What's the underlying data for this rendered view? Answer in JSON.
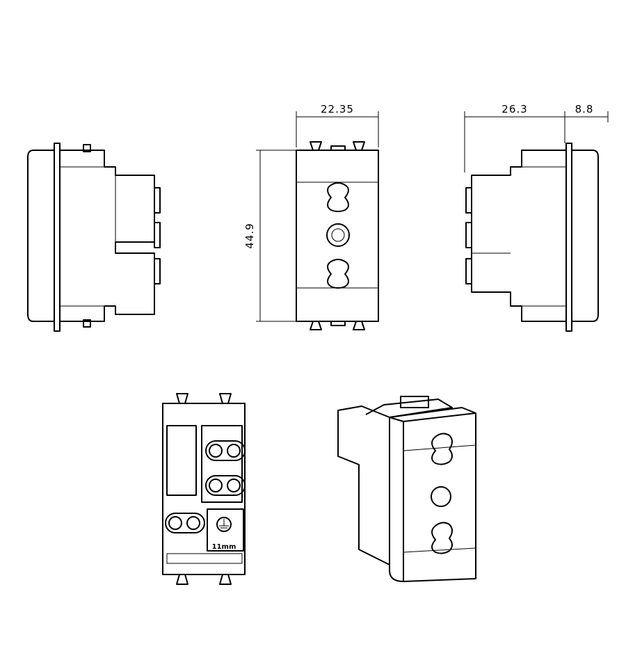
{
  "dimensions": {
    "front_width": "22.35",
    "height": "44.9",
    "side_depth": "26.3",
    "side_plate": "8.8"
  },
  "rear_view": {
    "strip_gauge_label": "11mm"
  },
  "colors": {
    "line": "#000000",
    "background": "#ffffff"
  }
}
